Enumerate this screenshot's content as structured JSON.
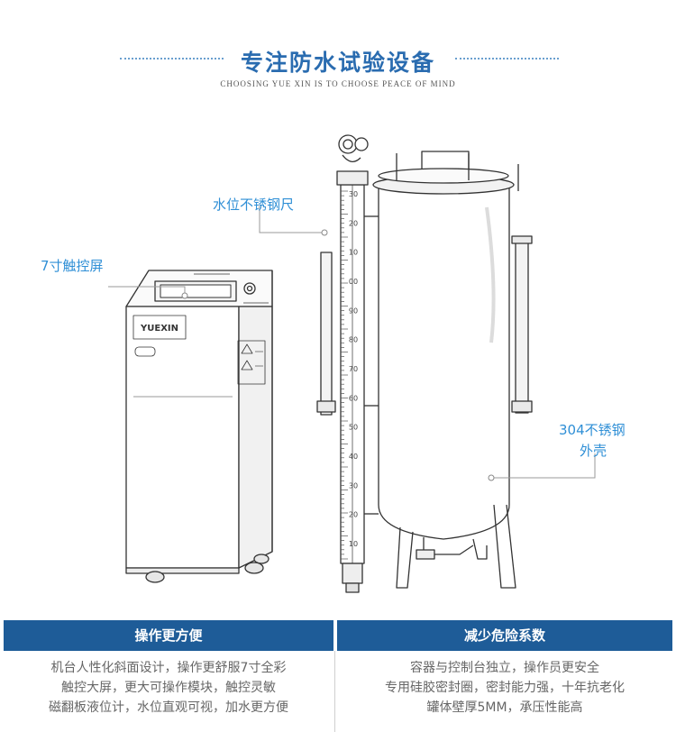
{
  "header": {
    "title": "专注防水试验设备",
    "subtitle": "CHOOSING YUE XIN IS TO CHOOSE PEACE OF MIND"
  },
  "callouts": {
    "touchscreen": "7寸触控屏",
    "ruler": "水位不锈钢尺",
    "shell_line1": "304不锈钢",
    "shell_line2": "外壳"
  },
  "machine": {
    "brand": "YUEXIN"
  },
  "gauge": {
    "scale_labels": [
      "30",
      "20",
      "10",
      "00",
      "90",
      "80",
      "70",
      "60",
      "50",
      "40",
      "30",
      "20",
      "10"
    ]
  },
  "specs": {
    "left": {
      "heading": "操作更方便",
      "lines": [
        "机台人性化斜面设计，操作更舒服7寸全彩",
        "触控大屏，更大可操作模块，触控灵敏",
        "磁翻板液位计，水位直观可视，加水更方便"
      ]
    },
    "right": {
      "heading": "减少危险系数",
      "lines": [
        "容器与控制台独立，操作员更安全",
        "专用硅胶密封圈，密封能力强，十年抗老化",
        "罐体壁厚5MM，承压性能高"
      ]
    }
  },
  "colors": {
    "title": "#2a6cb0",
    "callout": "#2f8fd6",
    "table_header": "#1e5c98"
  }
}
